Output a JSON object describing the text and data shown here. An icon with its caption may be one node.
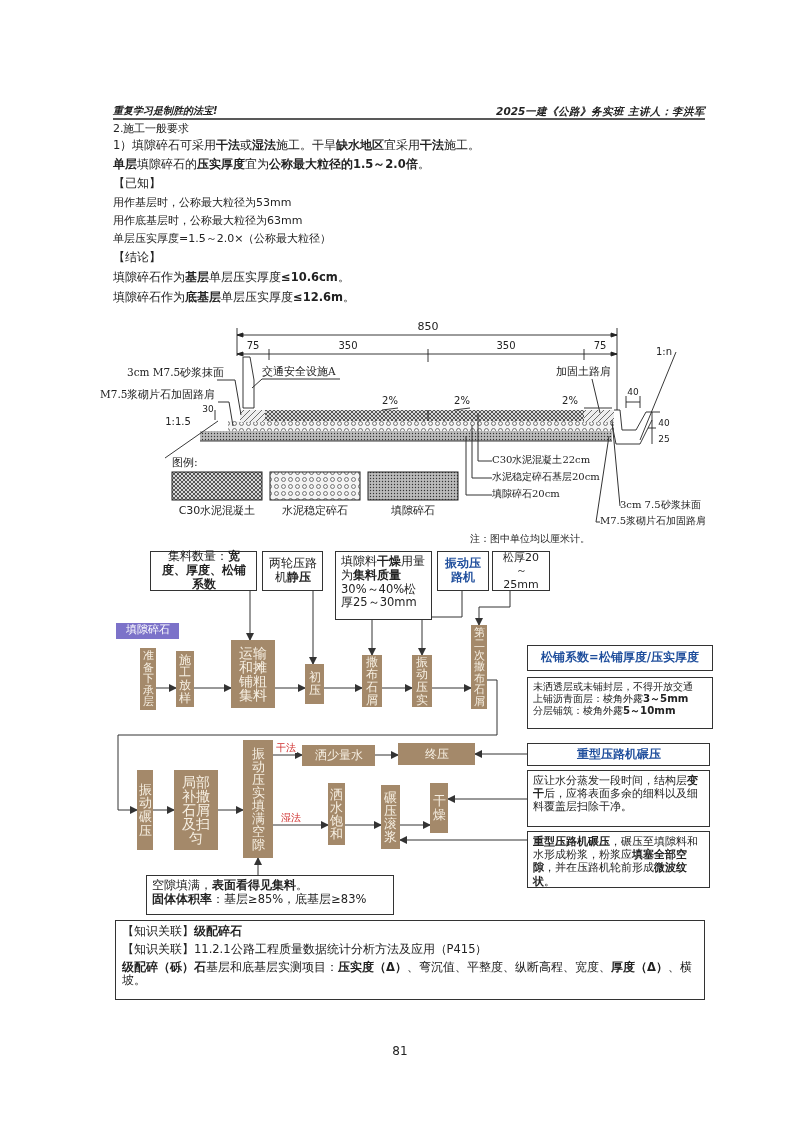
{
  "diagram": {
    "nodes": [
      {
        "text": [
          "3cm M7.5砂浆抹面"
        ]
      },
      {
        "text": [
          "M7.5浆砌片石加固路肩"
        ]
      },
      {
        "text": [
          "交通安全设施A"
        ]
      },
      {
        "text": [
          "加固土路肩"
        ]
      },
      {
        "text": [
          "C30水泥混凝土22cm"
        ]
      },
      {
        "text": [
          "水泥稳定碎石基层20cm"
        ]
      },
      {
        "text": [
          "填隙碎石20cm"
        ]
      },
      {
        "text": [
          "3cm 7.5砂浆抹面"
        ]
      },
      {
        "text": [
          "M7.5浆砌片石加固路肩"
        ]
      },
      {
        "text": [
          "集料数量：**宽度、厚度、松铺系数**"
        ]
      },
      {
        "text": [
          "两轮压路机**静压**"
        ]
      },
      {
        "text": [
          "填隙料**干燥**用量为**集料质量**30%～40%松厚25～30mm"
        ]
      },
      {
        "text": [
          "振动压路机"
        ]
      },
      {
        "text": [
          "松厚20～25mm"
        ]
      },
      {
        "text": [
          "填隙碎石"
        ]
      },
      {
        "text": [
          "准备下承层"
        ]
      },
      {
        "text": [
          "施工放样"
        ]
      },
      {
        "text": [
          "运输和摊铺粗集料"
        ]
      },
      {
        "text": [
          "初压"
        ]
      },
      {
        "text": [
          "撒布石屑"
        ]
      },
      {
        "text": [
          "振动压实"
        ]
      },
      {
        "text": [
          "第二次撒布石屑"
        ]
      },
      {
        "text": [
          "松铺系数=松铺厚度/压实厚度"
        ]
      },
      {
        "text": [
          "未洒透层或未铺封层，不得开放交通",
          "上铺沥青面层：棱角外露**3～5mm**",
          "分层铺筑：棱角外露**5～10mm**"
        ]
      },
      {
        "text": [
          "振动碾压"
        ]
      },
      {
        "text": [
          "局部补撒石屑及扫匀"
        ]
      },
      {
        "text": [
          "振动压实填满空隙"
        ]
      },
      {
        "text": [
          "洒少量水"
        ]
      },
      {
        "text": [
          "终压"
        ]
      },
      {
        "text": [
          "重型压路机碾压"
        ]
      },
      {
        "text": [
          "洒水饱和"
        ]
      },
      {
        "text": [
          "碾压滚浆"
        ]
      },
      {
        "text": [
          "干燥"
        ]
      },
      {
        "text": [
          "应让水分蒸发一段时间，结构层**变干**后，应将表面多余的细料以及细料覆盖层扫除干净。"
        ]
      },
      {
        "text": [
          "**重型压路机碾压**，碾压至填隙料和水形成粉浆，粉浆应**填塞全部空隙**，并在压路机轮前形成**微波纹状**。"
        ]
      },
      {
        "text": [
          "空隙填满，**表面看得见集料**。",
          "**固体体积率**：基层≥85%，底基层≥83%"
        ]
      },
      {
        "text": [
          "【知识关联】**级配碎石**",
          "【知识关联】11.2.1公路工程质量数据统计分析方法及应用（P415）",
          "**级配碎（砾）石**基层和底基层实测项目：**压实度（Δ）**、弯沉值、平整度、纵断高程、宽度、**厚度（Δ）**、横坡。"
        ]
      }
    ],
    "edges": [
      {
        "from": 0,
        "to": null,
        "arrow": "none"
      },
      {
        "from": 1,
        "to": null,
        "arrow": "none"
      },
      {
        "from": 2,
        "to": null,
        "arrow": "none"
      },
      {
        "from": 3,
        "to": null,
        "arrow": "none"
      },
      {
        "from": 4,
        "to": null,
        "arrow": "none"
      },
      {
        "from": 5,
        "to": null,
        "arrow": "none"
      },
      {
        "from": 6,
        "to": null,
        "arrow": "none"
      },
      {
        "from": 7,
        "to": null,
        "arrow": "none"
      },
      {
        "from": 8,
        "to": null,
        "arrow": "none"
      },
      {
        "from": 15,
        "to": 16,
        "arrow": "to"
      },
      {
        "from": 16,
        "to": 17,
        "arrow": "to"
      },
      {
        "from": 17,
        "to": 18,
        "arrow": "to"
      },
      {
        "from": 18,
        "to": 19,
        "arrow": "to"
      },
      {
        "from": 19,
        "to": 20,
        "arrow": "to"
      },
      {
        "from": 20,
        "to": 21,
        "arrow": "to"
      },
      {
        "from": 9,
        "to": 17,
        "arrow": "to"
      },
      {
        "from": 10,
        "to": 18,
        "arrow": "to"
      },
      {
        "from": 11,
        "to": 19,
        "arrow": "to"
      },
      {
        "from": 12,
        "to": 20,
        "arrow": "to"
      },
      {
        "from": 13,
        "to": 21,
        "arrow": "to"
      },
      {
        "from": 21,
        "to": 24,
        "arrow": "to"
      },
      {
        "from": 24,
        "to": 25,
        "arrow": "to"
      },
      {
        "from": 25,
        "to": 26,
        "arrow": "to"
      },
      {
        "from": 26,
        "to": 27,
        "arrow": "to",
        "label": "干法"
      },
      {
        "from": 27,
        "to": 28,
        "arrow": "to"
      },
      {
        "from": 29,
        "to": 28,
        "arrow": "to"
      },
      {
        "from": 26,
        "to": 30,
        "arrow": "to",
        "label": "湿法"
      },
      {
        "from": 30,
        "to": 31,
        "arrow": "to"
      },
      {
        "from": 31,
        "to": 32,
        "arrow": "to"
      },
      {
        "from": 33,
        "to": 32,
        "arrow": "to"
      },
      {
        "from": 34,
        "to": 31,
        "arrow": "to"
      },
      {
        "from": 35,
        "to": 26,
        "arrow": "to"
      }
    ],
    "labels": [
      "重复学习是制胜的法宝!",
      "2025一建《公路》务实班 主讲人：李洪军",
      "2.施工一般要求",
      "1）填隙碎石可采用**干法**或**湿法**施工。干旱**缺水地区**宜采用**干法**施工。",
      "**单层**填隙碎石的**压实厚度**宜为**公称最大粒径的1.5～2.0倍**。",
      "【已知】",
      "用作基层时，公称最大粒径为53mm",
      "用作底基层时，公称最大粒径为63mm",
      "单层压实厚度=1.5～2.0×（公称最大粒径）",
      "【结论】",
      "填隙碎石作为**基层**单层压实厚度**≤10.6cm**。",
      "填隙碎石作为**底基层**单层压实厚度**≤12.6m**。",
      "850",
      "75",
      "350",
      "350",
      "75",
      "40",
      "40",
      "25",
      "30",
      "2%",
      "2%",
      "2%",
      "1:1.5",
      "1:n",
      "图例:",
      "注：图中单位均以厘米计。",
      "81"
    ],
    "legend": [
      {
        "text": "C30水泥混凝土"
      },
      {
        "text": "水泥稳定碎石"
      },
      {
        "text": "填隙碎石"
      }
    ]
  }
}
